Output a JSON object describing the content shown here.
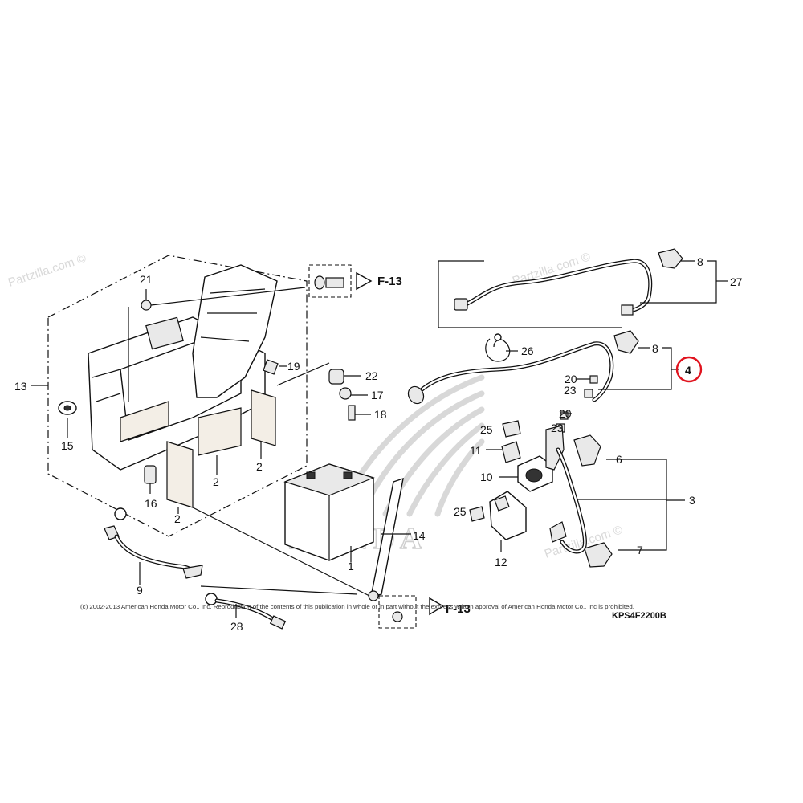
{
  "watermarks": [
    "Partzilla.com ©",
    "Partzilla.com ©",
    "Partzilla.com ©"
  ],
  "logo_text": "HONDA",
  "copyright": "(c) 2002-2013 American Honda Motor Co., Inc. Reproduction of the contents of this publication in whole or in part without the express written approval of American Honda Motor Co., Inc is prohibited.",
  "diagram_code": "KPS4F2200B",
  "references": [
    {
      "id": "ref-top",
      "label": "F-13"
    },
    {
      "id": "ref-bottom",
      "label": "F-13"
    }
  ],
  "callouts": {
    "c1": "1",
    "c2a": "2",
    "c2b": "2",
    "c2c": "2",
    "c3": "3",
    "c4": "4",
    "c6": "6",
    "c7": "7",
    "c8a": "8",
    "c8b": "8",
    "c9": "9",
    "c10": "10",
    "c11": "11",
    "c12": "12",
    "c13": "13",
    "c14": "14",
    "c15": "15",
    "c16": "16",
    "c17": "17",
    "c18": "18",
    "c19": "19",
    "c20a": "20",
    "c20b": "20",
    "c21": "21",
    "c22": "22",
    "c23a": "23",
    "c23b": "23",
    "c25a": "25",
    "c25b": "25",
    "c26": "26",
    "c27": "27",
    "c28": "28"
  },
  "highlight": {
    "callout": "4",
    "color": "#e0131e"
  }
}
